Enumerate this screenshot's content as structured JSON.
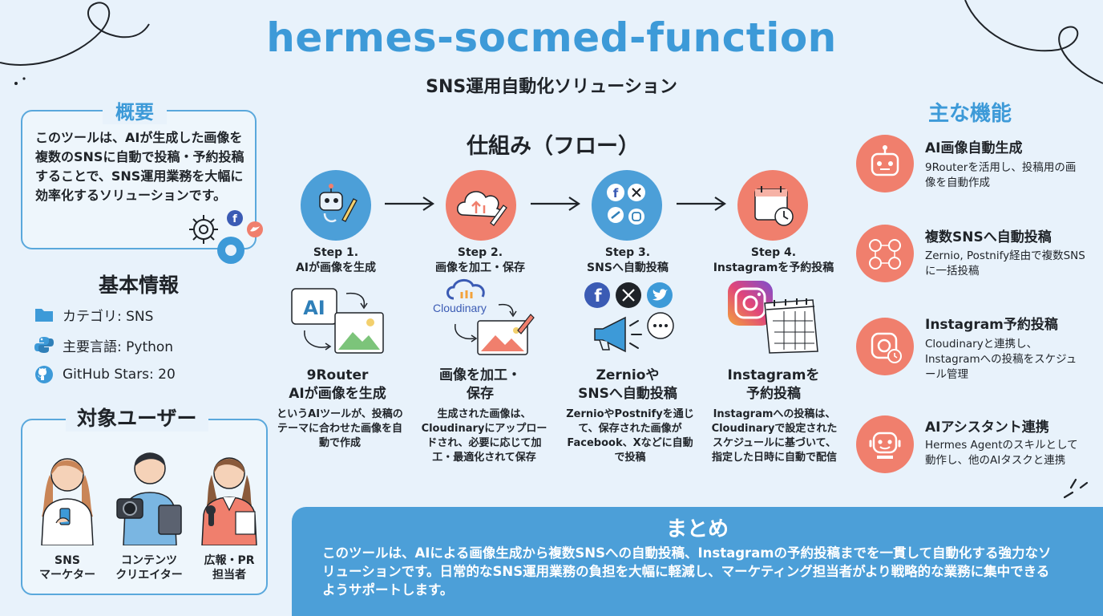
{
  "header": {
    "title": "hermes-socmed-function",
    "subtitle": "SNS運用自動化ソリューション"
  },
  "overview": {
    "heading": "概要",
    "text": "このツールは、AIが生成した画像を複数のSNSに自動で投稿・予約投稿することで、SNS運用業務を大幅に効率化するソリューションです。"
  },
  "basic_info": {
    "heading": "基本情報",
    "category": "カテゴリ: SNS",
    "language": "主要言語: Python",
    "stars": "GitHub Stars: 20"
  },
  "target_users": {
    "heading": "対象ユーザー",
    "users": [
      {
        "line1": "SNS",
        "line2": "マーケター"
      },
      {
        "line1": "コンテンツ",
        "line2": "クリエイター"
      },
      {
        "line1": "広報・PR",
        "line2": "担当者"
      }
    ]
  },
  "flow": {
    "heading": "仕組み（フロー）",
    "steps": [
      {
        "step": "Step 1.",
        "label": "AIが画像を生成",
        "heading_line1": "9Router",
        "heading_line2": "AIが画像を生成",
        "desc": "というAIツールが、投稿のテーマに合わせた画像を自動で作成"
      },
      {
        "step": "Step 2.",
        "label": "画像を加工・保存",
        "heading_line1": "画像を加工・",
        "heading_line2": "保存",
        "desc": "生成された画像は、Cloudinaryにアップロードされ、必要に応じて加工・最適化されて保存",
        "brand": "Cloudinary"
      },
      {
        "step": "Step 3.",
        "label": "SNSへ自動投稿",
        "heading_line1": "Zernioや",
        "heading_line2": "SNSへ自動投稿",
        "desc": "ZernioやPostnifyを通じて、保存された画像がFacebook、Xなどに自動で投稿"
      },
      {
        "step": "Step 4.",
        "label": "Instagramを予約投稿",
        "heading_line1": "Instagramを",
        "heading_line2": "予約投稿",
        "desc": "Instagramへの投稿は、Cloudinaryで設定されたスケジュールに基づいて、指定した日時に自動で配信"
      }
    ]
  },
  "features": {
    "heading": "主な機能",
    "items": [
      {
        "title": "AI画像自動生成",
        "desc": "9Routerを活用し、投稿用の画像を自動作成",
        "icon": "robot-icon"
      },
      {
        "title": "複数SNSへ自動投稿",
        "desc": "Zernio, Postnify経由で複数SNSに一括投稿",
        "icon": "sns-network-icon"
      },
      {
        "title": "Instagram予約投稿",
        "desc": "Cloudinaryと連携し、Instagramへの投稿をスケジュール管理",
        "icon": "instagram-clock-icon"
      },
      {
        "title": "AIアシスタント連携",
        "desc": "Hermes Agentのスキルとして動作し、他のAIタスクと連携",
        "icon": "assistant-icon"
      }
    ]
  },
  "summary": {
    "heading": "まとめ",
    "text": "このツールは、AIによる画像生成から複数SNSへの自動投稿、Instagramの予約投稿までを一貫して自動化する強力なソリューションです。日常的なSNS運用業務の負担を大幅に軽減し、マーケティング担当者がより戦略的な業務に集中できるようサポートします。"
  },
  "colors": {
    "accent_blue": "#3d9ad8",
    "coral": "#f07f6d",
    "summary_bg": "#4c9fd8"
  }
}
